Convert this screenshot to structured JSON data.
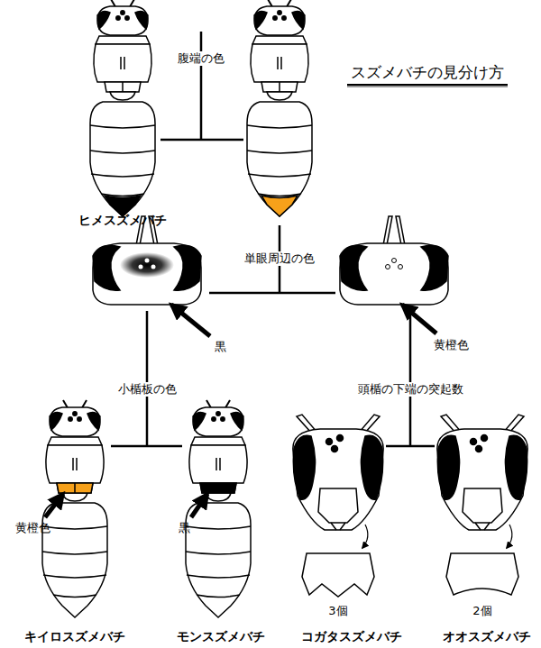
{
  "diagram": {
    "title": "スズメバチの見分け方",
    "labels": [
      "腹端の色",
      "ヒメスズメバチ",
      "単眼周辺の色",
      "黒",
      "黄橙色",
      "小楯板の色",
      "頭楯の下端の突起数",
      "黄橙色",
      "黒",
      "キイロスズメバチ",
      "モンスズメバチ",
      "コガタスズメバチ",
      "オオスズメバチ",
      "3個",
      "2個"
    ]
  }
}
